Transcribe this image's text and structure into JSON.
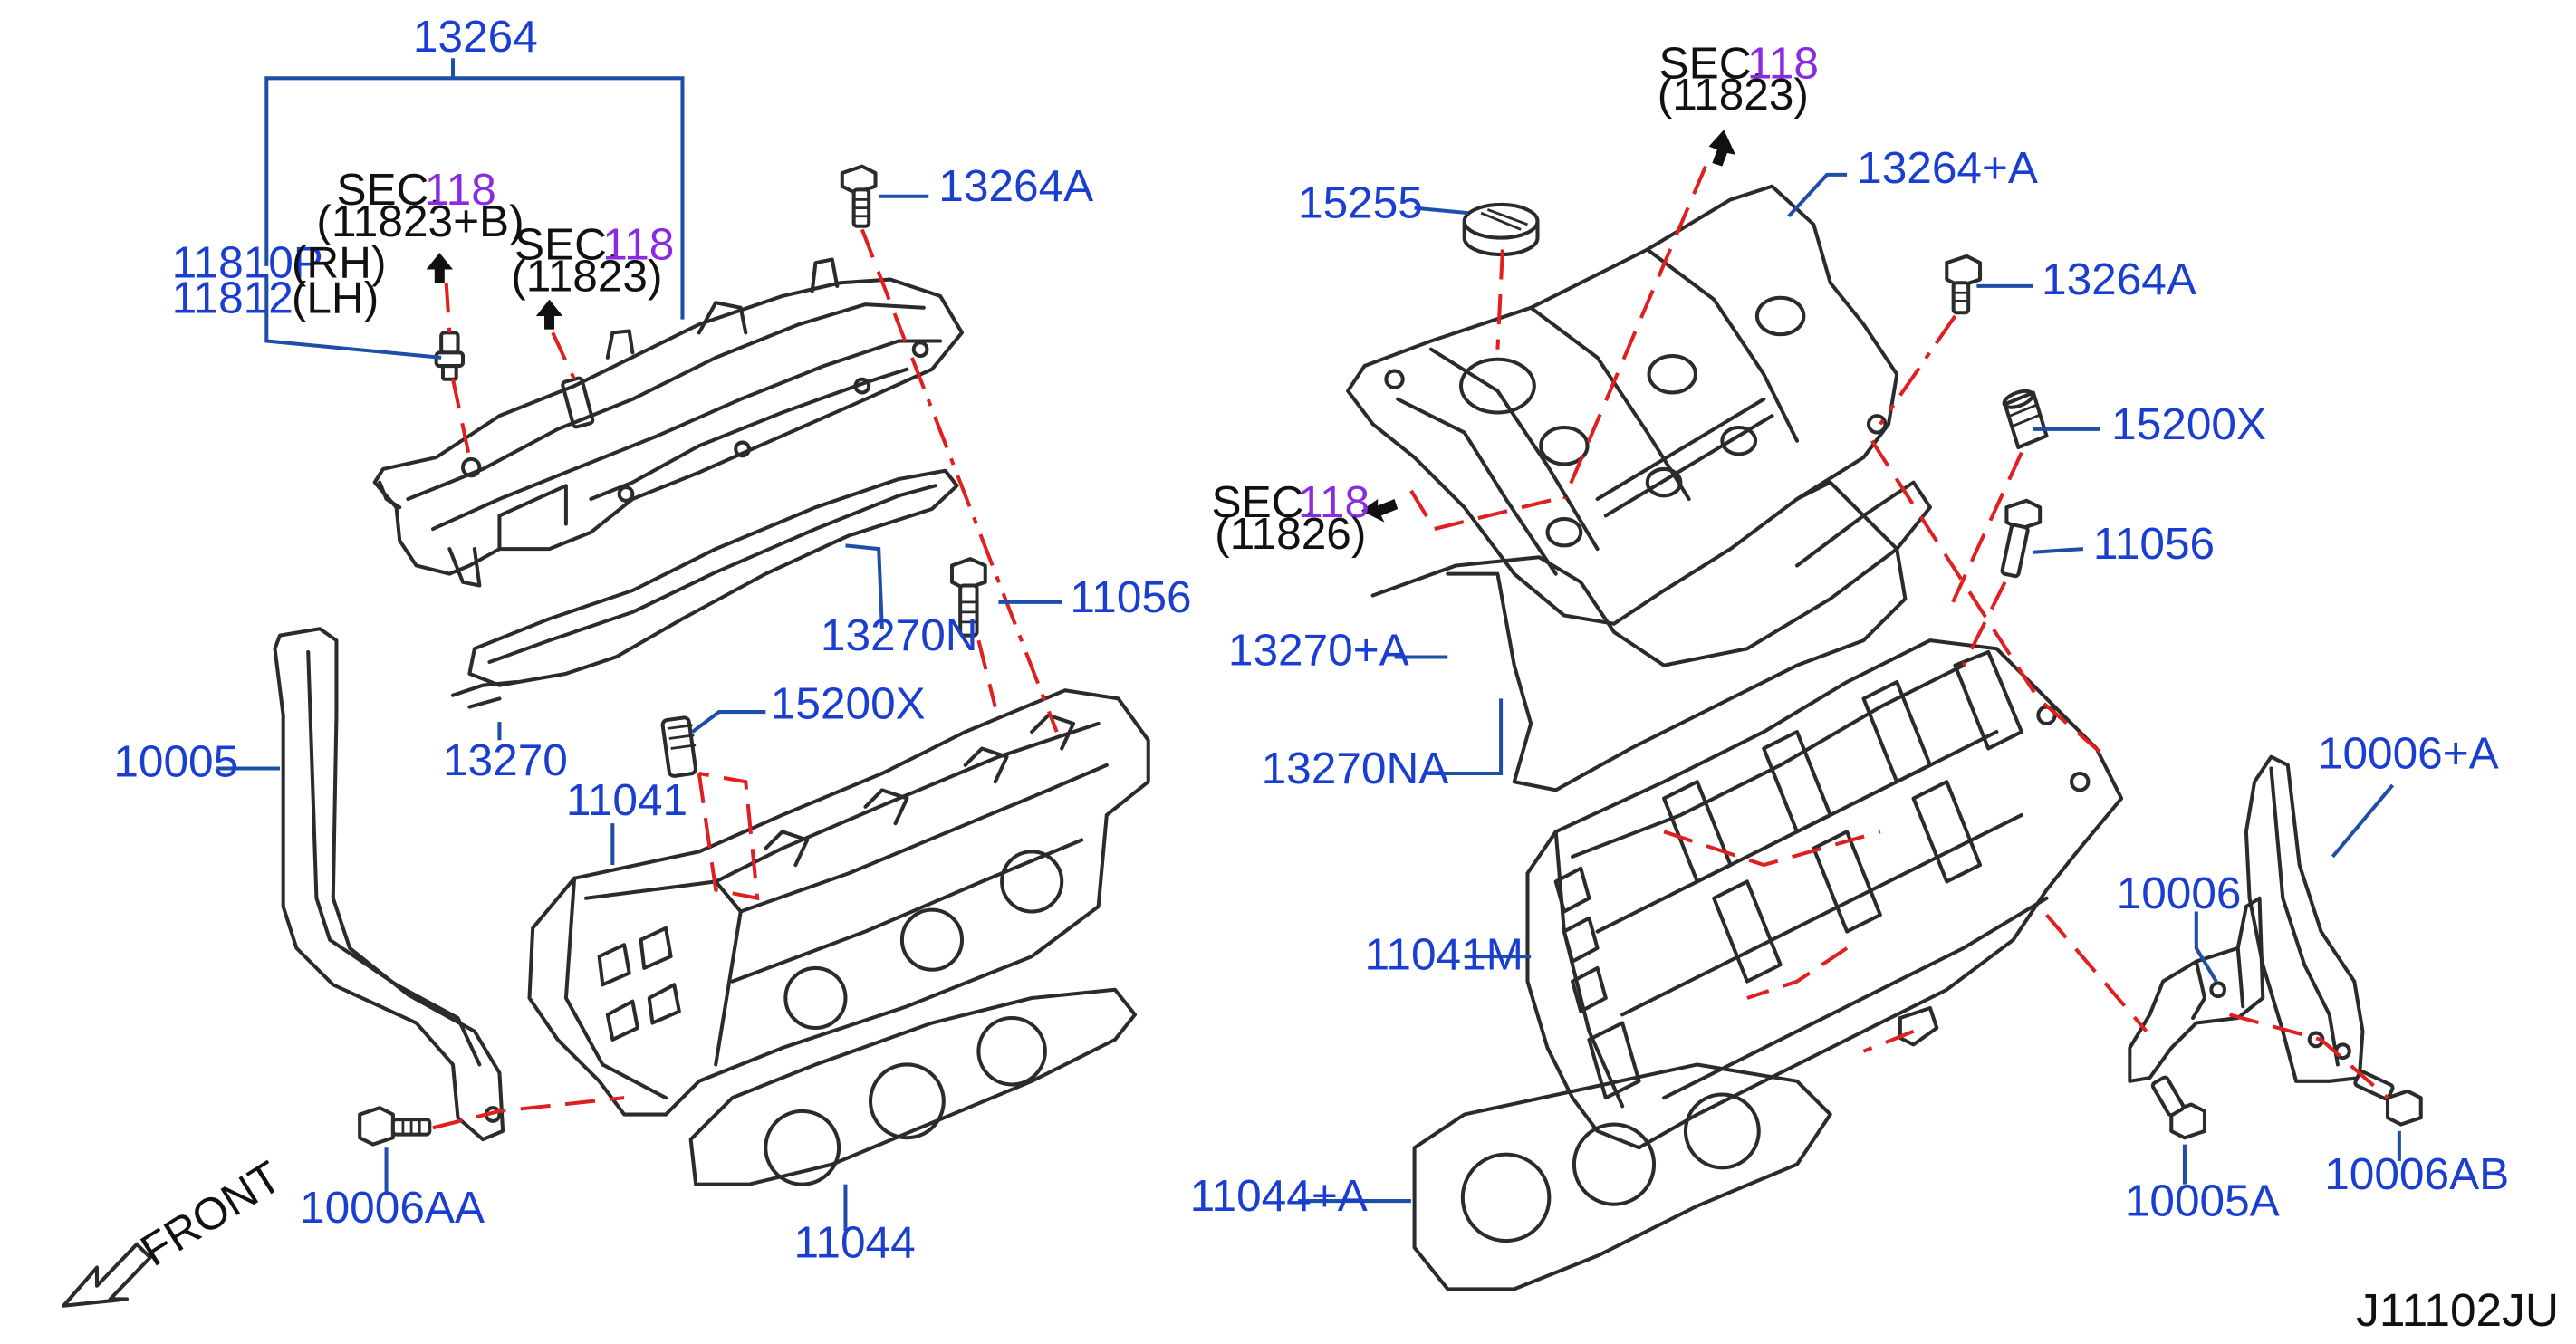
{
  "diagram_id": "J11102JU",
  "front_label": "FRONT",
  "parts": {
    "p13264": "13264",
    "p11810P": "11810P",
    "p11810P_side": "(RH)",
    "p11812": "11812",
    "p11812_side": "(LH)",
    "p13264A_left": "13264A",
    "p11056_left": "11056",
    "p13270N": "13270N",
    "p13270": "13270",
    "p10005": "10005",
    "p15200X_left": "15200X",
    "p11041": "11041",
    "p10006AA": "10006AA",
    "p11044": "11044",
    "p15255": "15255",
    "p13264plusA": "13264+A",
    "p13264A_right": "13264A",
    "p15200X_right": "15200X",
    "p11056_right": "11056",
    "p13270plusA": "13270+A",
    "p13270NA": "13270NA",
    "p11041M": "11041M",
    "p10006plusA": "10006+A",
    "p10006": "10006",
    "p11044plusA": "11044+A",
    "p10005A": "10005A",
    "p10006AB": "10006AB"
  },
  "section_refs": {
    "sec_a": {
      "label": "SEC.",
      "num": "118",
      "sub": "(11823+B)"
    },
    "sec_b": {
      "label": "SEC.",
      "num": "118",
      "sub": "(11823)"
    },
    "sec_c": {
      "label": "SEC.",
      "num": "118",
      "sub": "(11823)"
    },
    "sec_d": {
      "label": "SEC.",
      "num": "118",
      "sub": "(11826)"
    }
  },
  "colors": {
    "part_number": "#1a3fd0",
    "section_number": "#8a2be2",
    "leader_line": "#1d4fa8",
    "guide_line": "#e0201f",
    "outline": "#2b2b2b"
  }
}
